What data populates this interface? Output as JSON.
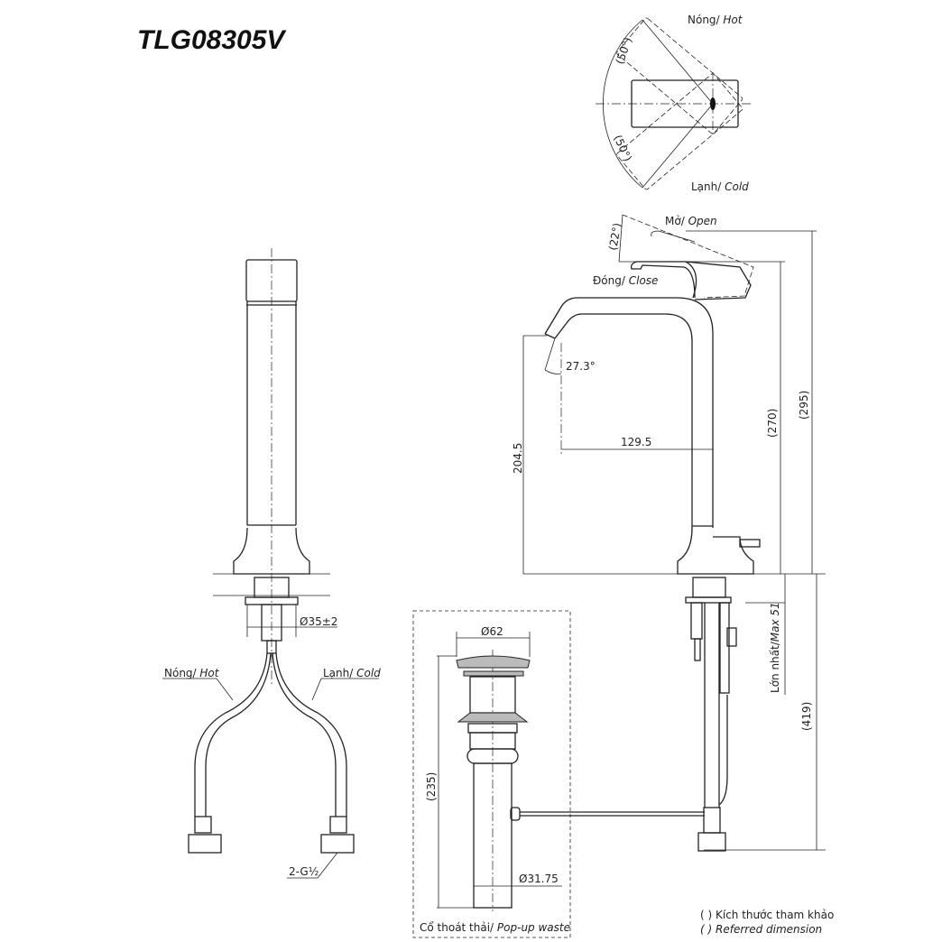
{
  "title": "TLG08305V",
  "top_view": {
    "hot_label": "Nóng/ ",
    "hot_label_en": "Hot",
    "cold_label": "Lạnh/ ",
    "cold_label_en": "Cold",
    "angle_hot": "(50°)",
    "angle_cold": "(50°)"
  },
  "side_view": {
    "open_label": "Mở/ ",
    "open_label_en": "Open",
    "close_label": "Đóng/ ",
    "close_label_en": "Close",
    "lever_angle": "(22°)",
    "spout_angle": "27.3°",
    "reach": "129.5",
    "spout_height": "204.5",
    "height_270": "(270)",
    "height_295": "(295)",
    "max_deck": "Lớn nhất/",
    "max_deck_en": "Max 51",
    "hose_length": "(419)"
  },
  "front_view": {
    "hole_diameter": "Ø35±2",
    "hot_label": "Nóng/ ",
    "hot_label_en": "Hot",
    "cold_label": "Lạnh/ ",
    "cold_label_en": "Cold",
    "connection": "2-G½"
  },
  "popup_waste": {
    "cap_diameter": "Ø62",
    "length": "(235)",
    "pipe_diameter": "Ø31.75",
    "caption": "Cổ thoát thải/ ",
    "caption_en": "Pop-up waste"
  },
  "legend": {
    "line1": "( ) Kích thước tham khảo",
    "line2": "( ) Referred dimension"
  }
}
